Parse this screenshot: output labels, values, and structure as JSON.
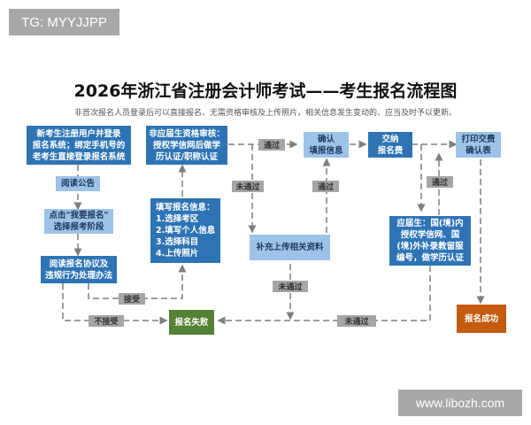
{
  "watermarks": {
    "top_left": "TG: MYYJJPP",
    "bottom_right": "www.libozh.com"
  },
  "header": {
    "title": "2026年浙江省注册会计师考试——考生报名流程图",
    "subtitle": "非首次报名人员登录后可以直接报名、无需资格审核及上传照片，相关信息发生变动的、应当及时予以更新。"
  },
  "nodes": {
    "register": "新考生注册用户并登录\n报名系统；绑定手机号的\n老考生直接登录报名系统",
    "read_notice": "阅读公告",
    "click_apply": "点击\"我要报名\"\n选择报考阶段",
    "read_agreement": "阅读报名协议及\n违规行为处理办法",
    "fill_info": "填写报名信息：\n1.选择考区\n2.填写个人信息\n3.选择科目\n4.上传照片",
    "non_graduate_review": "非应届生资格审核：\n授权学信网后做学\n历认证/职称认证",
    "supplement": "补充上传相关资料",
    "confirm_info": "确认\n填报信息",
    "pay_fee": "交纳\n报名费",
    "print_confirm": "打印交费\n确认表",
    "graduate": "应届生：国(境)内\n授权学信网、国\n(境)外补录教留服\n编号，做学历认证",
    "fail": "报名失败",
    "success": "报名成功"
  },
  "edge_labels": {
    "pass_1": "通过",
    "not_pass_1": "未通过",
    "pass_2": "通过",
    "pass_3": "通过",
    "accept": "接受",
    "not_accept": "不接受",
    "not_pass_2": "未通过",
    "not_pass_3": "未通过"
  },
  "colors": {
    "dark_blue": "#2e74b5",
    "light_blue": "#9dc3e6",
    "green": "#538135",
    "orange": "#c55a11",
    "label_gray": "#a6a6a6",
    "line_gray": "#7f7f7f"
  }
}
